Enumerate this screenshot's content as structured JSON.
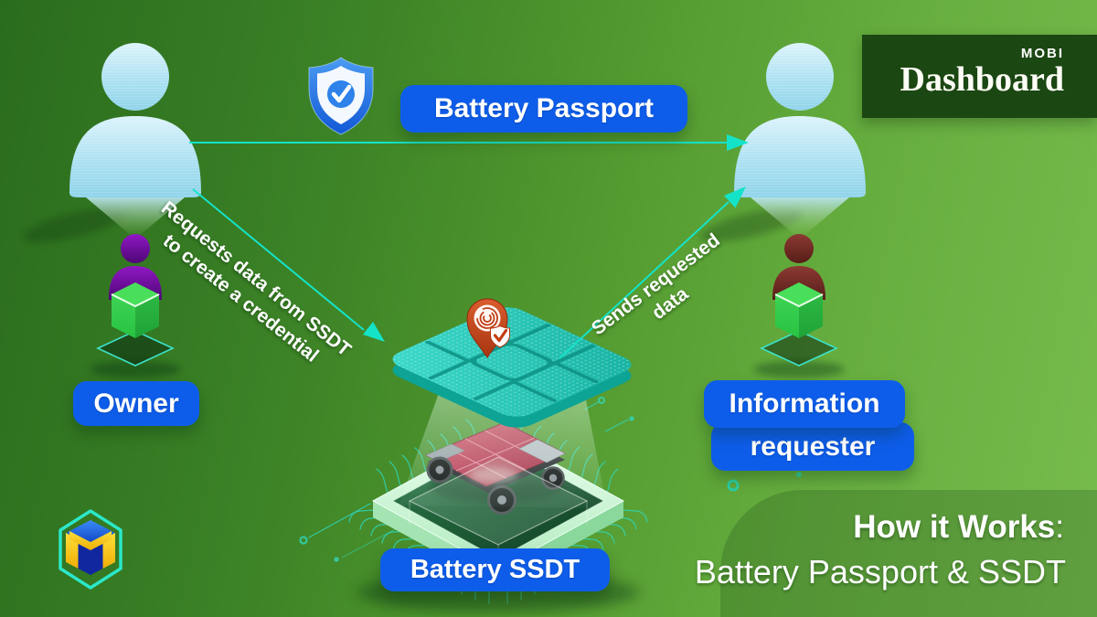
{
  "brand": {
    "name": "MOBI",
    "product": "Dashboard"
  },
  "diagram": {
    "passport_label": "Battery Passport",
    "owner_label": "Owner",
    "requester_label_line1": "Information",
    "requester_label_line2": "requester",
    "ssdt_label": "Battery SSDT",
    "request_arrow_line1": "Requests data from SSDT",
    "request_arrow_line2": "to create a credential",
    "send_arrow_line1": "Sends requested",
    "send_arrow_line2": "data"
  },
  "footer": {
    "heading": "How it Works",
    "heading_punct": ":",
    "subheading": "Battery Passport & SSDT"
  },
  "icons": {
    "shield": "verified-shield-check-icon",
    "pin": "location-pin-fingerprint-icon",
    "logo": "mobi-cube-hexagon-logo",
    "owner_figure": "owner-hologram-figure",
    "requester_figure": "requester-hologram-figure",
    "chip": "battery-ssdt-sim-chip",
    "platform": "circuit-board-platform",
    "car": "ev-battery-chassis"
  },
  "colors": {
    "accent_blue": "#0e5dea",
    "arrow_teal": "#14e3c8",
    "background_dark": "#2a6c1d",
    "background_light": "#77bc4d",
    "brand_panel_green": "#1b4712",
    "chip_teal": "#2cc9b9",
    "pin_red": "#c64a20",
    "cube_green": "#3ed455",
    "owner_purple": "#7c10a8",
    "requester_maroon": "#7a2b26"
  }
}
